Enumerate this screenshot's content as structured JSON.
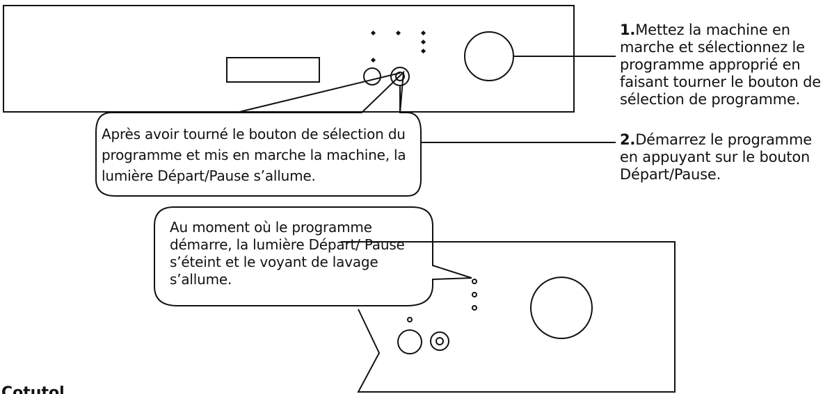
{
  "steps": [
    {
      "number": "1.",
      "text": "Mettez la machine en marche et sélectionnez le programme approprié en faisant tourner le bouton de sélection de programme."
    },
    {
      "number": "2.",
      "text": "Démarrez le programme en appuyant sur le bouton Départ/Pause."
    }
  ],
  "callouts": {
    "start_pause_light_on": "Après avoir tourné le bouton de sélection du programme et mis en marche la machine, la lumière Départ/Pause s’allume.",
    "wash_indicator_on": "Au moment où le programme démarre, la lumière Départ/ Pause s’éteint et le voyant de lavage s’allume."
  },
  "cut_off_heading": "Cotutol",
  "colors": {
    "line": "#111111",
    "background": "#ffffff"
  }
}
